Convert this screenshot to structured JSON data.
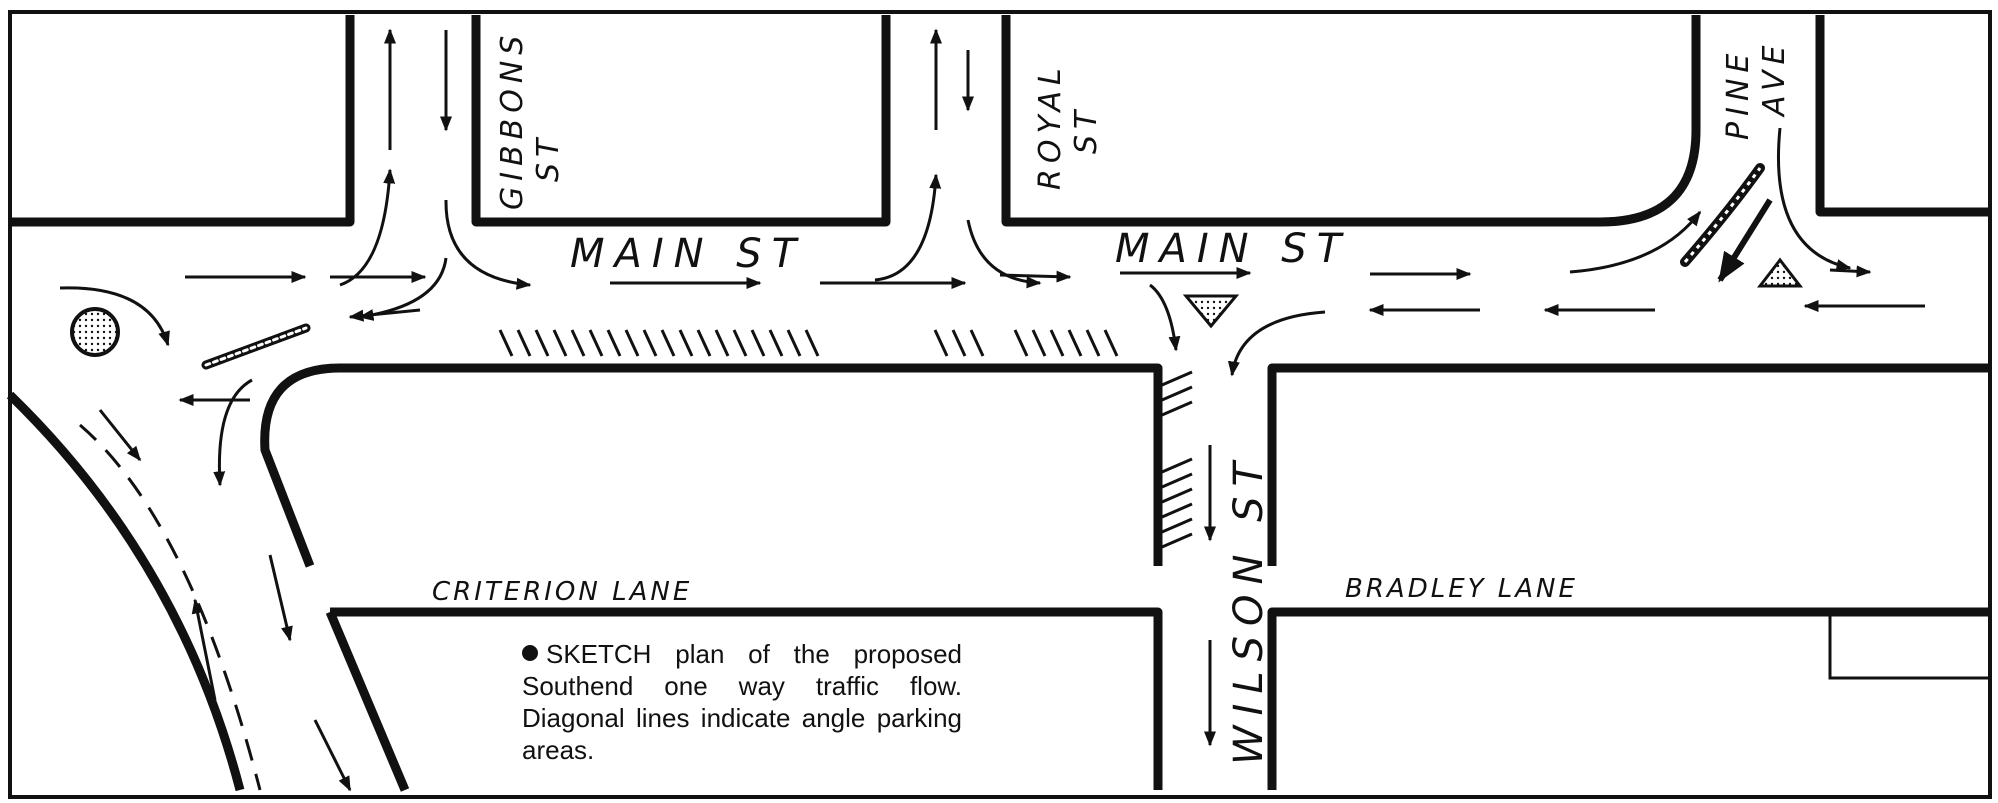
{
  "streets": {
    "gibbons": [
      "GIBBONS",
      "ST"
    ],
    "royal": [
      "ROYAL",
      "ST"
    ],
    "pine": [
      "PINE",
      "AVE"
    ],
    "main_west": "MAIN ST",
    "main_east": "MAIN ST",
    "wilson": "WILSON ST",
    "criterion": "CRITERION LANE",
    "bradley": "BRADLEY LANE"
  },
  "caption": "SKETCH plan of the proposed Southend one way traffic flow. Diagonal lines indicate angle parking areas.",
  "colors": {
    "ink": "#111111",
    "paper": "#ffffff"
  },
  "icons": [
    "traffic-circle-icon",
    "yield-triangle-icon",
    "traffic-island-icon",
    "direction-arrow-icon"
  ]
}
